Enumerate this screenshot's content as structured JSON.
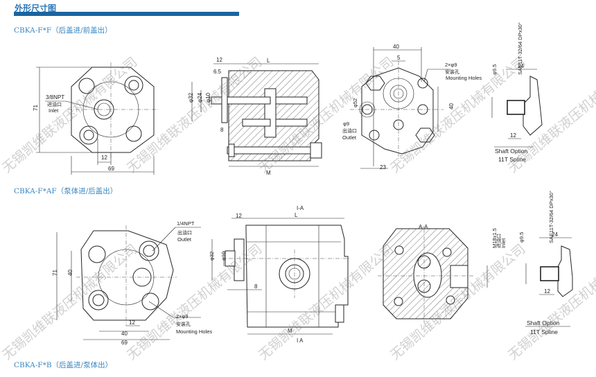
{
  "header": {
    "title": "外形尺寸图",
    "accent": "#1a64a0"
  },
  "sections": [
    {
      "subtitle": "CBKA-F*F（后盖进/前盖出）"
    },
    {
      "subtitle": "CBKA-F*AF（泵体进/后盖出）"
    },
    {
      "subtitle": "CBKA-F*B（后盖进/泵体出）"
    }
  ],
  "view1": {
    "port": "3/8NPT",
    "port_cn": "进油口",
    "port_en": "Inlet",
    "dim_h": "71",
    "dim_12": "12",
    "dim_w": "69"
  },
  "view2": {
    "L": "L",
    "d12": "12",
    "d65": "6.5",
    "phi32": "φ32",
    "phi24": "φ24",
    "phi10": "φ10",
    "d8": "8",
    "M": "M"
  },
  "view3": {
    "d40": "40",
    "d5": "5",
    "holes": "2×φ9",
    "holes_cn": "安装孔",
    "holes_en": "Mounting Holes",
    "phi52": "φ52",
    "phi9": "φ9",
    "out_cn": "出油口",
    "out_en": "Outlet",
    "d40v": "40",
    "d23": "23"
  },
  "shaft": {
    "phi": "φ9.5",
    "spec": "SAE11T-32/64 DPx30°",
    "d24": "24",
    "d12": "12",
    "title": "Shaft Option",
    "type": "11T Spline"
  },
  "view5": {
    "port": "1/4NPT",
    "port_cn": "出油口",
    "port_en": "Outlet",
    "dim_h": "71",
    "dim_40v": "40",
    "dim_12": "12",
    "dim_40": "40",
    "dim_w": "69",
    "holes": "2×φ9",
    "holes_cn": "安装孔",
    "holes_en": "Mounting Holes"
  },
  "view6": {
    "sec_top": "I-A",
    "sec_bot": "I A",
    "d12": "12",
    "L": "L",
    "phi32": "φ32",
    "phi10": "φ10",
    "d8": "8",
    "M": "M"
  },
  "view7": {
    "title": "A-A",
    "port": "M18x1.5",
    "port_cn": "进油口",
    "port_en": "Inlet"
  },
  "watermark": "无锡凯维联液压机械有限公司"
}
